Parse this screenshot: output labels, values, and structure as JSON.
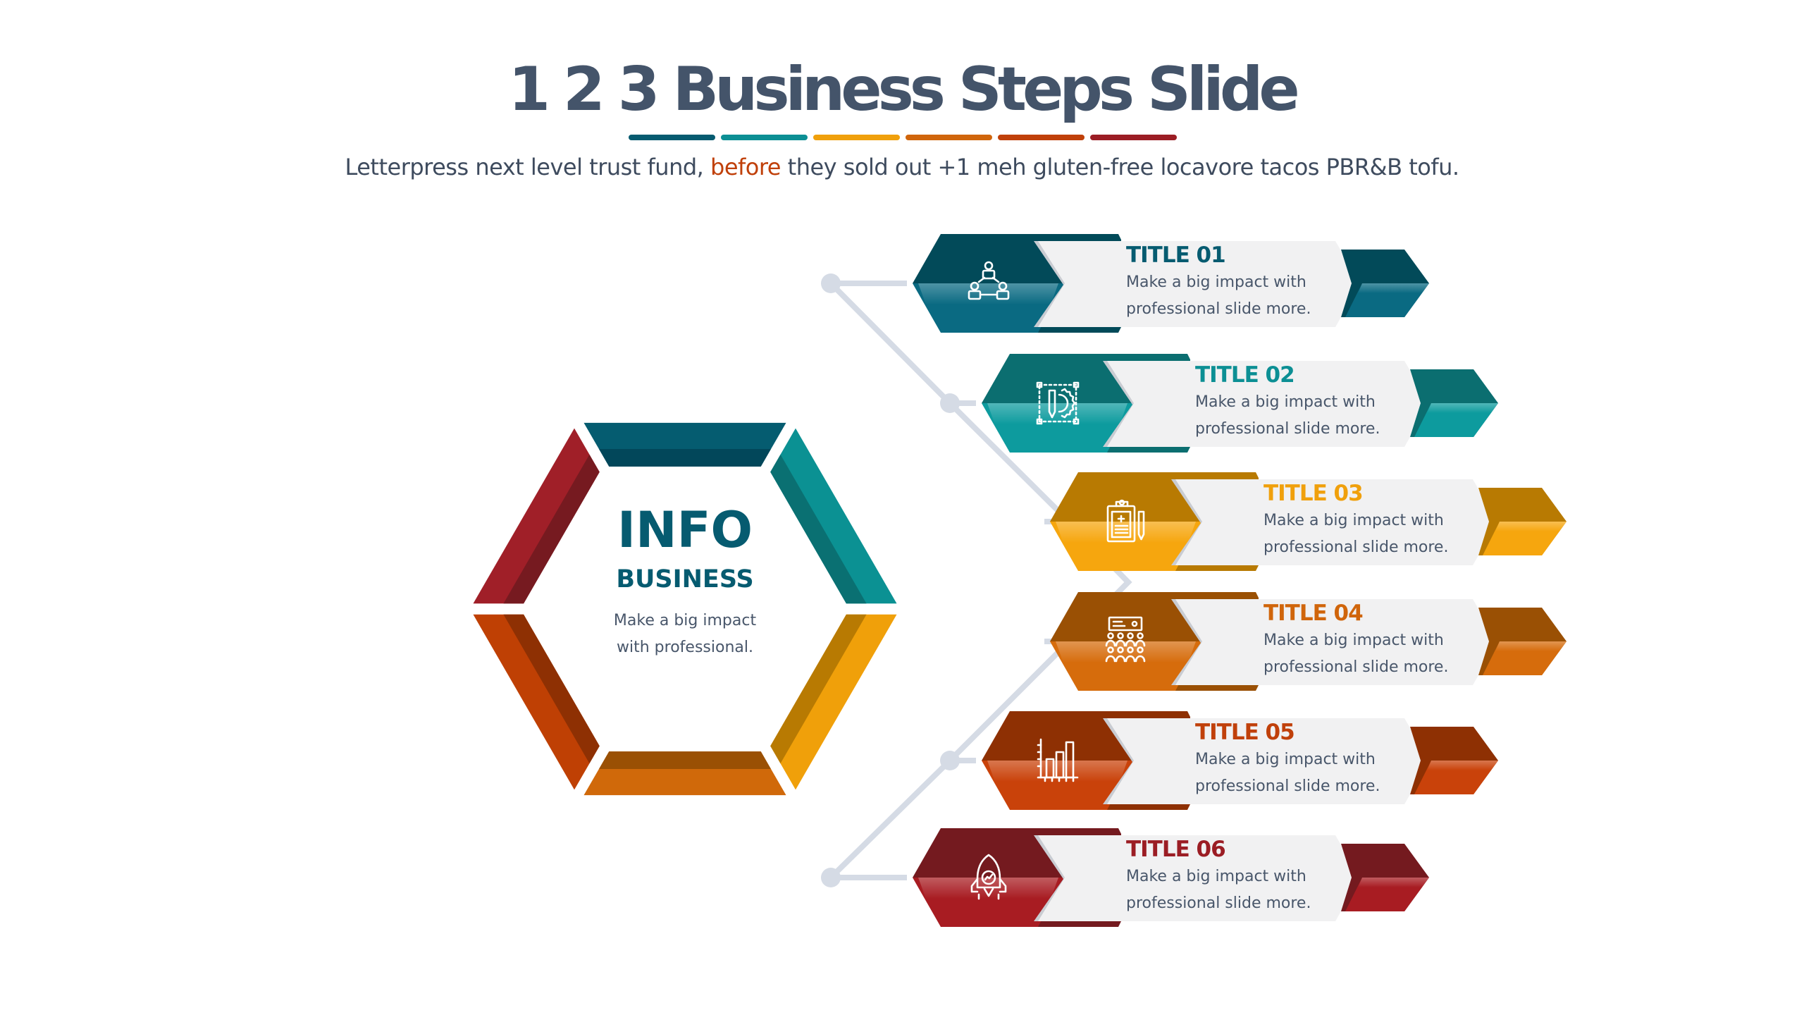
{
  "header": {
    "title": "1 2 3 Business Steps Slide",
    "subtitle_pre": "Letterpress next level trust fund, ",
    "subtitle_highlight": "before",
    "subtitle_post": " they sold out +1 meh gluten-free locavore tacos PBR&B tofu.",
    "highlight_color": "#c0400a",
    "underline_colors": [
      "#065b70",
      "#0c8f94",
      "#f0a00c",
      "#d0650b",
      "#c0400a",
      "#9b1d24"
    ]
  },
  "center": {
    "title": "INFO",
    "subtitle": "BUSINESS",
    "body_line1": "Make a big impact",
    "body_line2": "with professional."
  },
  "hexagon_segments": [
    {
      "position": "top",
      "color": "#055c70",
      "shade": "#02475a"
    },
    {
      "position": "upper-right",
      "color": "#0b9193",
      "shade": "#0a7072"
    },
    {
      "position": "lower-right",
      "color": "#f0a00a",
      "shade": "#b87a02"
    },
    {
      "position": "bottom",
      "color": "#d0690a",
      "shade": "#9a5004"
    },
    {
      "position": "lower-left",
      "color": "#bf4004",
      "shade": "#8e3003"
    },
    {
      "position": "upper-left",
      "color": "#a01f28",
      "shade": "#761a20"
    }
  ],
  "connector_color": "#d5dbe5",
  "steps": [
    {
      "title": "TITLE 01",
      "line1": "Make a big impact with",
      "line2": "professional slide more.",
      "icon": "team-network-icon",
      "color": "#065b70",
      "light": "#0a6a82",
      "dark": "#024a59"
    },
    {
      "title": "TITLE 02",
      "line1": "Make a big impact with",
      "line2": "professional slide more.",
      "icon": "design-tool-icon",
      "color": "#0c8f94",
      "light": "#0d9b9e",
      "dark": "#0b6e70"
    },
    {
      "title": "TITLE 03",
      "line1": "Make a big impact with",
      "line2": "professional slide more.",
      "icon": "clipboard-icon",
      "color": "#f0a00c",
      "light": "#f6a60e",
      "dark": "#b87a02"
    },
    {
      "title": "TITLE 04",
      "line1": "Make a big impact with",
      "line2": "professional slide more.",
      "icon": "audience-presentation-icon",
      "color": "#d0650b",
      "light": "#d66c0c",
      "dark": "#9a5004"
    },
    {
      "title": "TITLE 05",
      "line1": "Make a big impact with",
      "line2": "professional slide more.",
      "icon": "bar-chart-icon",
      "color": "#c0400a",
      "light": "#c9420a",
      "dark": "#8e3003"
    },
    {
      "title": "TITLE 06",
      "line1": "Make a big impact with",
      "line2": "professional slide more.",
      "icon": "rocket-icon",
      "color": "#9b1d24",
      "light": "#a81c22",
      "dark": "#741a1f"
    }
  ]
}
